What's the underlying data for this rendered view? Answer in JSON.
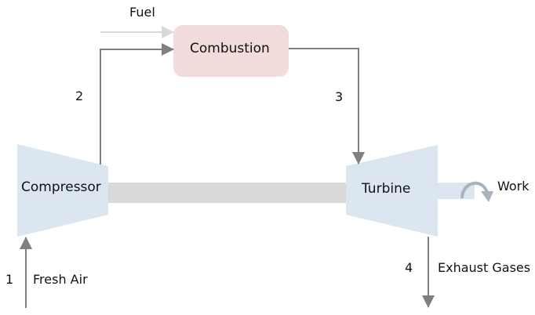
{
  "diagram": {
    "type": "gas turbine (Brayton cycle) schematic",
    "colors": {
      "component_fill": "#dce6f0",
      "combustion_fill": "#f2dcdb",
      "shaft_fill": "#d9d9d9",
      "flow_line": "#7f7f7f",
      "fuel_line": "#d9d9d9",
      "work_arrow": "#a6b4c0",
      "text": "#111111"
    },
    "components": {
      "compressor": "Compressor",
      "combustion": "Combustion",
      "turbine": "Turbine"
    },
    "flows": {
      "fuel": "Fuel",
      "fresh_air": "Fresh Air",
      "exhaust": "Exhaust Gases",
      "work": "Work"
    },
    "state_points": [
      "1",
      "2",
      "3",
      "4"
    ]
  }
}
